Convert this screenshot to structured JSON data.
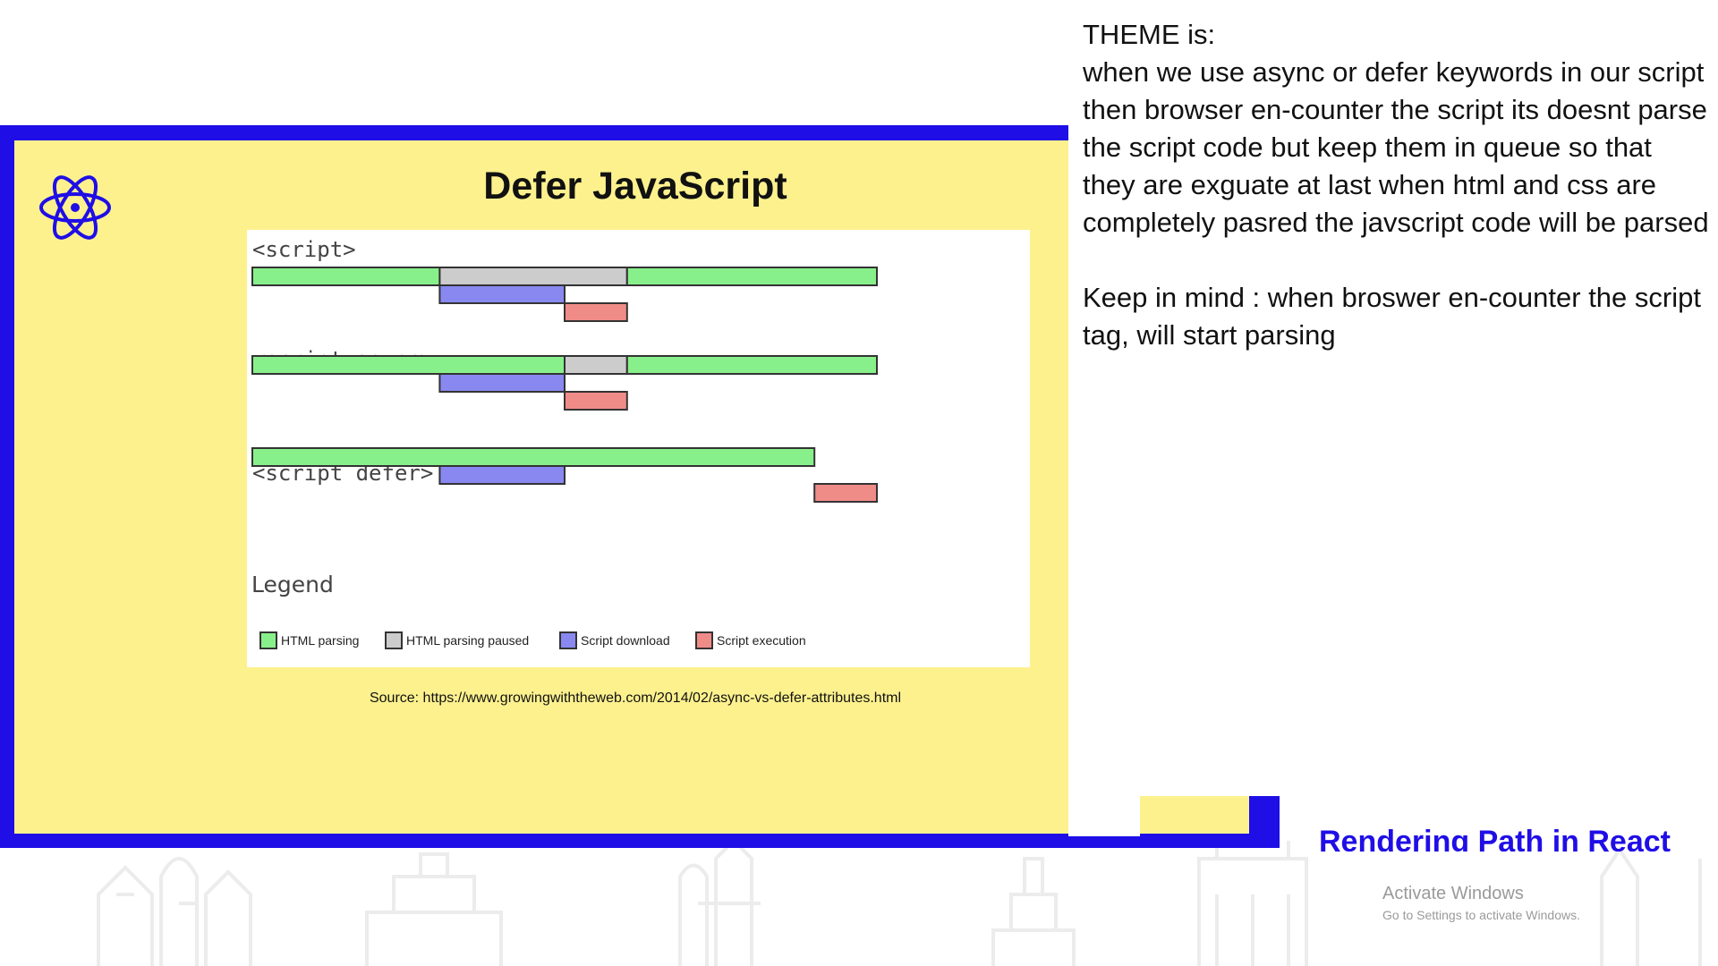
{
  "slide": {
    "title": "Defer JavaScript",
    "source": "Source: https://www.growingwiththeweb.com/2014/02/async-vs-defer-attributes.html",
    "subtitle": "Rendering Path in React",
    "frame_color": "#1f0ee6",
    "background_color": "#fdf18e"
  },
  "diagram": {
    "rows": [
      {
        "label": "<script>",
        "segments": [
          {
            "kind": "html-parsing",
            "start": 0,
            "end": 3
          },
          {
            "kind": "html-parsing-paused",
            "start": 3,
            "end": 6
          },
          {
            "kind": "html-parsing",
            "start": 6,
            "end": 10
          },
          {
            "kind": "script-download",
            "start": 3,
            "end": 5
          },
          {
            "kind": "script-execution",
            "start": 5,
            "end": 6
          }
        ]
      },
      {
        "label": "<script async>",
        "segments": [
          {
            "kind": "html-parsing",
            "start": 0,
            "end": 5
          },
          {
            "kind": "html-parsing-paused",
            "start": 5,
            "end": 6
          },
          {
            "kind": "html-parsing",
            "start": 6,
            "end": 10
          },
          {
            "kind": "script-download",
            "start": 3,
            "end": 5
          },
          {
            "kind": "script-execution",
            "start": 5,
            "end": 6
          }
        ]
      },
      {
        "label": "<script defer>",
        "segments": [
          {
            "kind": "html-parsing",
            "start": 0,
            "end": 9
          },
          {
            "kind": "script-download",
            "start": 3,
            "end": 5
          },
          {
            "kind": "script-execution",
            "start": 9,
            "end": 10
          }
        ]
      }
    ],
    "legend_title": "Legend",
    "legend": [
      {
        "kind": "html-parsing",
        "label": "HTML parsing",
        "color": "#88f08a"
      },
      {
        "kind": "html-parsing-paused",
        "label": "HTML parsing paused",
        "color": "#cccccc"
      },
      {
        "kind": "script-download",
        "label": "Script download",
        "color": "#8888f0"
      },
      {
        "kind": "script-execution",
        "label": "Script execution",
        "color": "#f08c88"
      }
    ]
  },
  "notes": {
    "heading": "THEME is:",
    "body": "when we use async or defer keywords in our script then  browser en-counter the script its doesnt parse the script code but keep them in queue so that they are exguate at last when html and css are completely pasred the javscript code will be parsed",
    "reminder": "Keep in mind  : when broswer en-counter the script tag, will start parsing"
  },
  "watermark": {
    "title": "Activate Windows",
    "subtitle": "Go to Settings to activate Windows."
  }
}
